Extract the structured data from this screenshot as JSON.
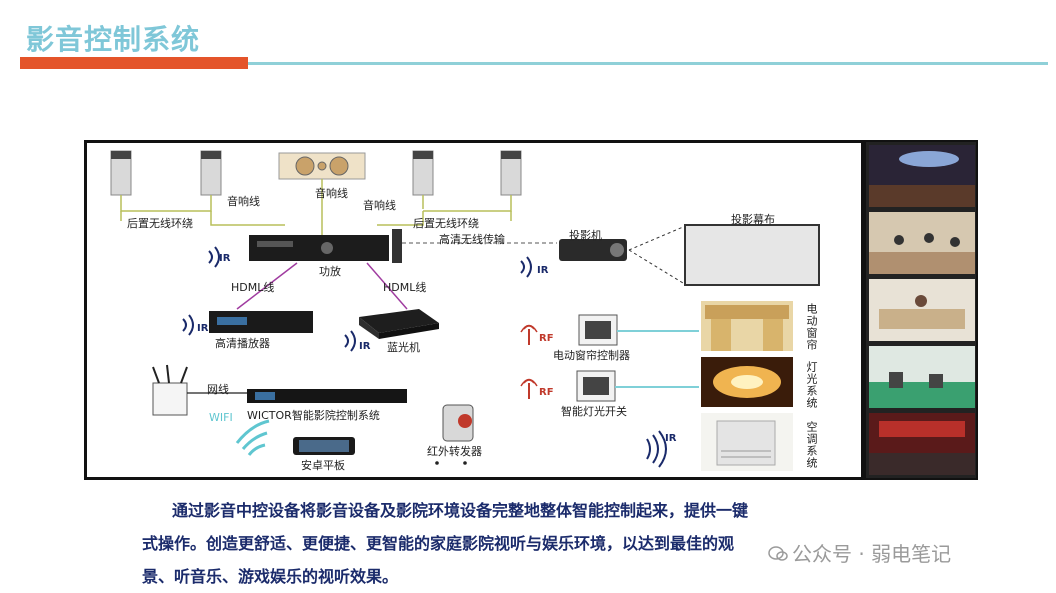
{
  "header": {
    "title": "影音控制系统"
  },
  "diagram": {
    "labels": {
      "speaker_wire_left": "音响线",
      "speaker_wire_center": "音响线",
      "speaker_wire_right": "音响线",
      "rear_surround_left": "后置无线环绕",
      "rear_surround_right": "后置无线环绕",
      "amplifier": "功放",
      "hd_wireless": "高清无线传输",
      "projector": "投影机",
      "projection_screen": "投影幕布",
      "hdmi_left": "HDML线",
      "hdmi_right": "HDML线",
      "hd_player": "高清播放器",
      "bluray": "蓝光机",
      "curtain_controller": "电动窗帘控制器",
      "light_switch": "智能灯光开关",
      "network_cable": "网线",
      "control_system": "WICTOR智能影院控制系统",
      "wifi": "WIFI",
      "tablet": "安卓平板",
      "ir_transmitter": "红外转发器",
      "curtain_vertical": "电动窗帘",
      "lighting_vertical": "灯光系统",
      "ac_vertical": "空调系统",
      "ir": "IR",
      "rf": "RF"
    }
  },
  "description": {
    "line1": "通过影音中控设备将影音设备及影院环境设备完整地整体智能控制起来，提供一键",
    "line2": "式操作。创造更舒适、更便捷、更智能的家庭影院视听与娱乐环境，以达到最佳的观",
    "line3": "景、听音乐、游戏娱乐的视听效果。"
  },
  "watermark": {
    "text": "公众号 · 弱电笔记"
  },
  "colors": {
    "title": "#7fc7d8",
    "accent_red": "#e4542a",
    "accent_line": "#8fd0d8",
    "text": "#1b2b6b"
  }
}
